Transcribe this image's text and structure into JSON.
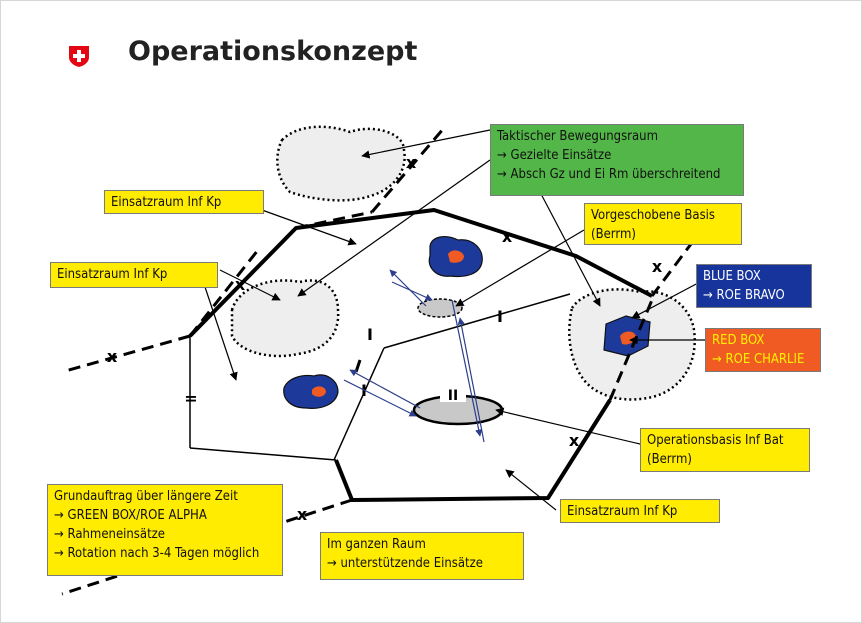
{
  "slide": {
    "title": "Operationskonzept",
    "colors": {
      "yellow_box": "#ffec00",
      "green_box": "#53b648",
      "blue_box": "#16349b",
      "red_box": "#f05a23",
      "flag_red": "#e30613"
    }
  },
  "labels": {
    "taktischer": {
      "line1": "Taktischer Bewegungsraum",
      "line2": "→ Gezielte Einsätze",
      "line3": "→ Absch Gz und Ei Rm überschreitend"
    },
    "einsatz_top": "Einsatzraum Inf Kp",
    "einsatz_left": "Einsatzraum Inf Kp",
    "vorgeschobene": {
      "line1": "Vorgeschobene Basis",
      "line2": "(Berrm)"
    },
    "blue_box": {
      "line1": "BLUE BOX",
      "line2": "→ ROE BRAVO"
    },
    "red_box": {
      "line1": "RED BOX",
      "line2": "→ ROE CHARLIE"
    },
    "operationsbasis": {
      "line1": "Operationsbasis Inf Bat",
      "line2": "(Berrm)"
    },
    "einsatz_bottom": "Einsatzraum Inf Kp",
    "grundauftrag": {
      "line1": "Grundauftrag über längere Zeit",
      "line2": "→ GREEN BOX/ROE ALPHA",
      "line3": "→ Rahmeneinsätze",
      "line4": "→ Rotation nach 3-4 Tagen möglich"
    },
    "im_ganzen": {
      "line1": "Im ganzen Raum",
      "line2": "→ unterstützende Einsätze"
    }
  },
  "map_symbols": {
    "boundary_x": "x",
    "boundary_single": "I",
    "boundary_double": "=",
    "battalion_symbol": "II"
  }
}
